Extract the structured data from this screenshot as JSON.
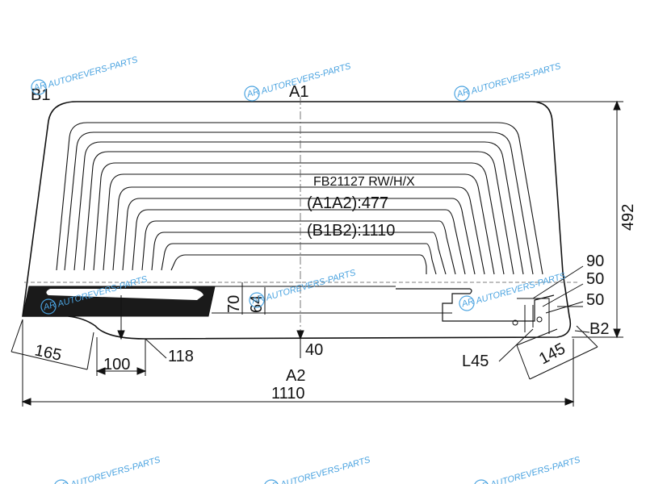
{
  "part_code": "FB21127 RW/H/X",
  "dims": {
    "a1a2": "(A1A2):477",
    "b1b2": "(B1B2):1110"
  },
  "labels": {
    "a1": "A1",
    "a2": "A2",
    "b1": "B1",
    "b2": "B2",
    "l45": "L45",
    "d492": "492",
    "d1110": "1110",
    "d165": "165",
    "d100": "100",
    "d118": "118",
    "d40": "40",
    "d70": "70",
    "d64": "64",
    "d90": "90",
    "d50a": "50",
    "d50b": "50",
    "d145": "145"
  },
  "watermark": {
    "text": "AUTOREVERS-PARTS",
    "logo": "AR",
    "color": "#4aa3e0"
  }
}
